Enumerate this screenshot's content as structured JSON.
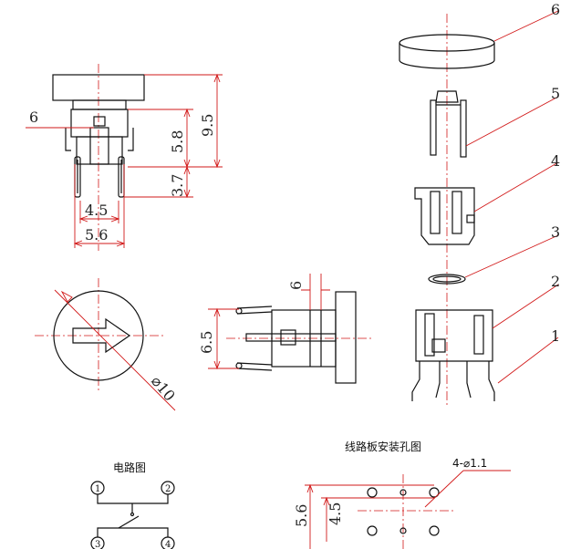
{
  "side_view": {
    "part_label": "6",
    "dim_total_height": "9.5",
    "dim_body_height": "5.8",
    "dim_pin_length": "3.7",
    "dim_pin_inner": "4.5",
    "dim_pin_outer": "5.6"
  },
  "front_view": {
    "dim_diameter": "⌀10"
  },
  "horizontal_view": {
    "dim_top": "6",
    "dim_left": "6.5"
  },
  "exploded_view": {
    "part_labels": [
      "6",
      "5",
      "4",
      "3",
      "2",
      "1"
    ]
  },
  "circuit": {
    "title": "电路图",
    "pins": [
      "1",
      "2",
      "3",
      "4"
    ]
  },
  "pcb_layout": {
    "title": "线路板安装孔图",
    "dim_holes": "4-⌀1.1",
    "dim_outer": "5.6",
    "dim_inner": "4.5"
  }
}
